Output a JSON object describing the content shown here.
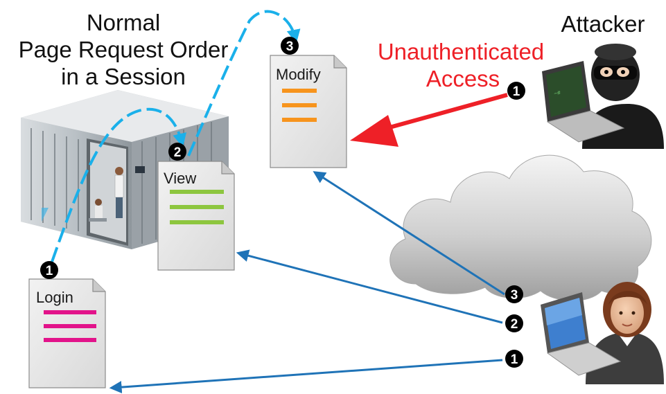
{
  "title": {
    "line1": "Normal",
    "line2": "Page Request Order",
    "line3": "in a Session"
  },
  "attacker": {
    "label": "Attacker",
    "access_line1": "Unauthenticated",
    "access_line2": "Access",
    "step": "1"
  },
  "pages": [
    {
      "id": "login",
      "label": "Login",
      "step": "1",
      "accent": "#e2138a"
    },
    {
      "id": "view",
      "label": "View",
      "step": "2",
      "accent": "#8dc63f"
    },
    {
      "id": "modify",
      "label": "Modify",
      "step": "3",
      "accent": "#f7941d"
    }
  ],
  "user_steps": [
    "3",
    "2",
    "1"
  ],
  "colors": {
    "session_flow": "#1ab0ea",
    "user_request": "#1f73b7",
    "attack": "#ee2027",
    "badge": "#000000"
  },
  "icons": [
    "server-room-icon",
    "cloud-icon",
    "attacker-icon",
    "user-icon",
    "laptop-icon"
  ]
}
